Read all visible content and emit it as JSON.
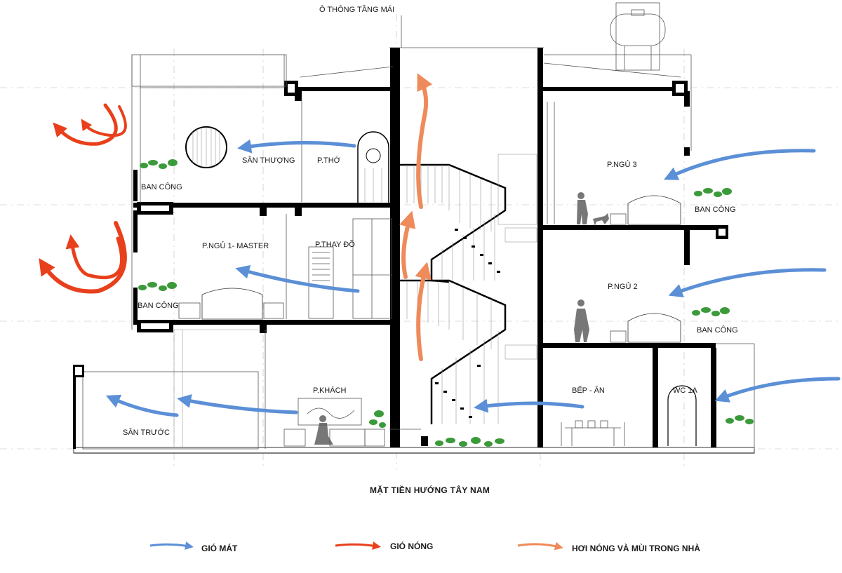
{
  "diagram": {
    "top_label": "Ô THÔNG TẦNG MÁI",
    "title": "MẶT TIỀN HƯỚNG TÂY NAM",
    "rooms": {
      "san_thuong": "SÂN THƯỢNG",
      "p_tho": "P.THỜ",
      "p_ngu_3": "P.NGỦ 3",
      "ban_cong_1": "BAN CÔNG",
      "ban_cong_2": "BAN CÔNG",
      "p_ngu_1_master": "P.NGỦ 1- MASTER",
      "p_thay_do": "P.THAY ĐỒ",
      "p_ngu_2": "P.NGỦ 2",
      "ban_cong_3": "BAN CÔNG",
      "ban_cong_4": "BAN CÔNG",
      "p_khach": "P.KHÁCH",
      "bep_an": "BẾP - ĂN",
      "wc_1a": "WC 1A",
      "san_truoc": "SÂN TRƯỚC"
    }
  },
  "legend": {
    "cool_wind": "GIÓ MÁT",
    "hot_wind": "GIÓ NÓNG",
    "indoor_heat": "HƠI NÓNG VÀ MÙI TRONG NHÀ"
  },
  "colors": {
    "cool": "#5b8fd6",
    "hot": "#e8401c",
    "indoor": "#ef8a5a",
    "plant": "#3b9a3a",
    "wall": "#000000"
  }
}
